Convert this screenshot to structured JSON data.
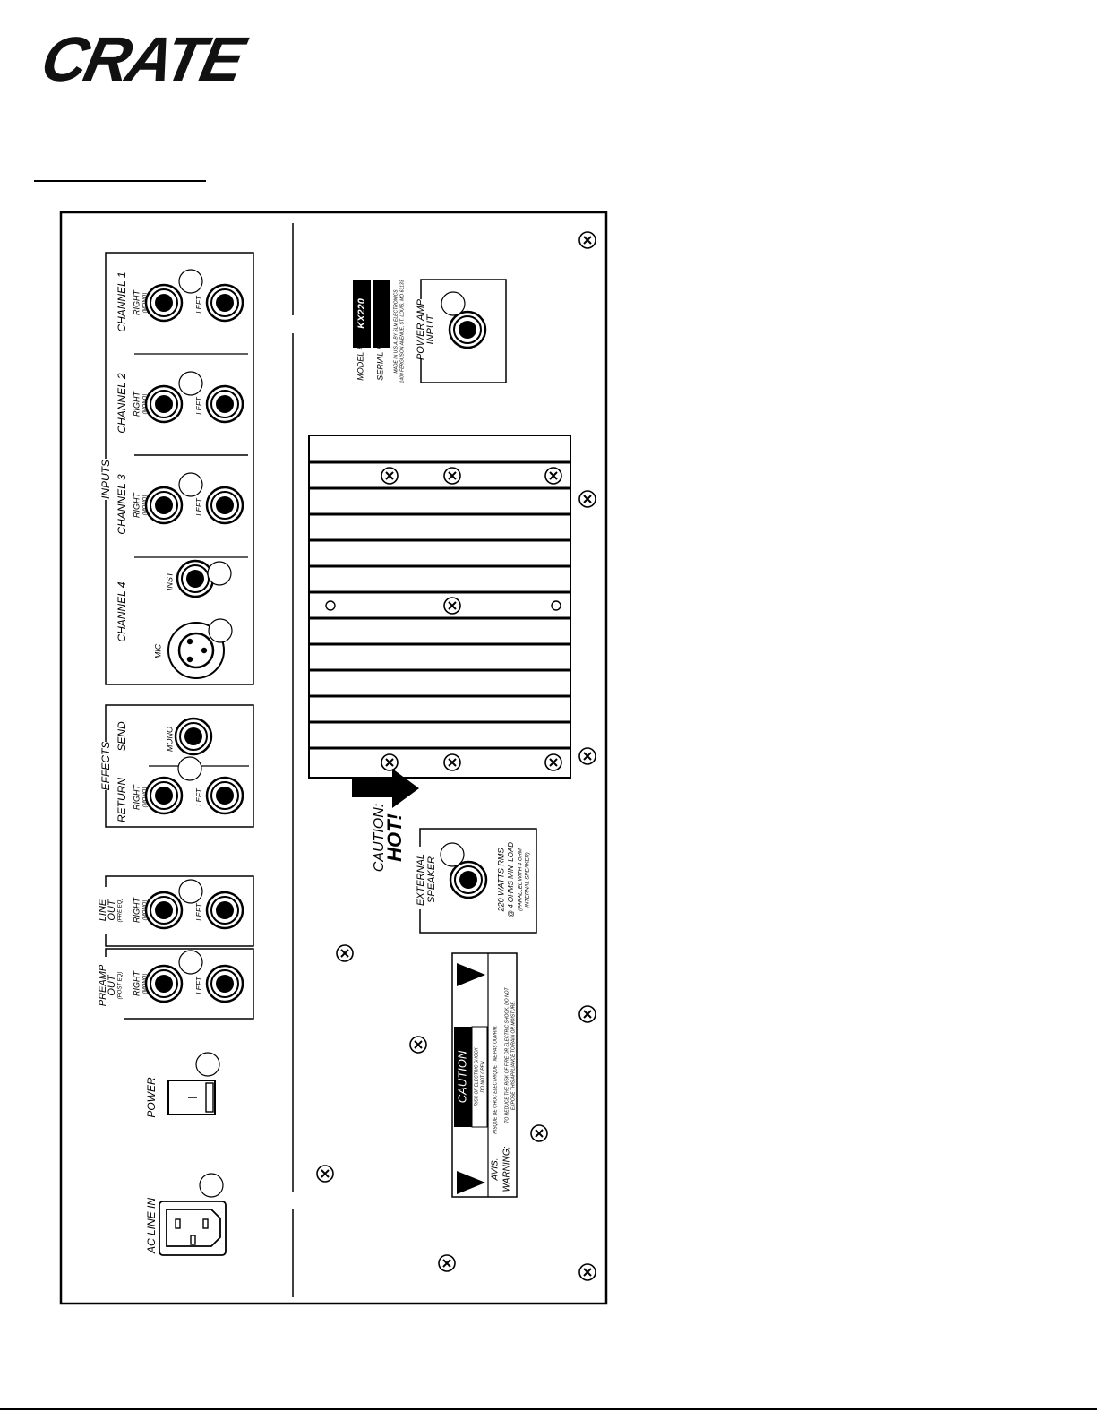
{
  "brand": {
    "logo_text": "CRATE"
  },
  "panel": {
    "inputs_label": "INPUTS",
    "effects_label": "EFFECTS",
    "send_label": "SEND",
    "return_label": "RETURN",
    "mono_label": "MONO",
    "right_label": "RIGHT",
    "mono_paren_label": "(MONO)",
    "left_label": "LEFT",
    "channel1": "CHANNEL 1",
    "channel2": "CHANNEL 2",
    "channel3": "CHANNEL 3",
    "channel4": "CHANNEL 4",
    "mic_label": "MIC",
    "inst_label": "INST.",
    "line_out_label": "LINE",
    "line_out_label2": "OUT",
    "pre_eq": "(PRE EQ)",
    "preamp_out_label": "PREAMP",
    "preamp_out_label2": "OUT",
    "post_eq": "(POST EQ)",
    "power_label": "POWER",
    "ac_line_in": "AC LINE IN",
    "model_label": "MODEL #",
    "model_value": "KX220",
    "serial_label": "SERIAL #",
    "made_in_1": "MADE IN U.S.A. BY SLM ELECTRONICS",
    "made_in_2": "1400 FERGUSON AVENUE, ST. LOUIS, MO 63133",
    "power_amp_label": "POWER AMP",
    "power_amp_label2": "INPUT",
    "caution_hot_1": "CAUTION:",
    "caution_hot_2": "HOT!",
    "ext_speaker_1": "EXTERNAL",
    "ext_speaker_2": "SPEAKER",
    "speaker_spec_1": "220 WATTS RMS",
    "speaker_spec_2": "@ 4 OHMS MIN. LOAD",
    "speaker_spec_3": "(PARALLEL WITH 4 OHM",
    "speaker_spec_4": "INTERNAL SPEAKER)",
    "caution_title": "CAUTION",
    "caution_sub_1": "RISK OF ELECTRIC SHOCK",
    "caution_sub_2": "DO NOT OPEN",
    "avis_label": "AVIS:",
    "avis_text": "RISQUE DE CHOC ELECTRIQUE - NE PAS OUVRIR.",
    "warning_label": "WARNING:",
    "warning_text_1": "TO REDUCE THE RISK OF FIRE OR ELECTRIC SHOCK, DO NOT",
    "warning_text_2": "EXPOSE THIS APPLIANCE TO RAIN OR MOISTURE."
  }
}
